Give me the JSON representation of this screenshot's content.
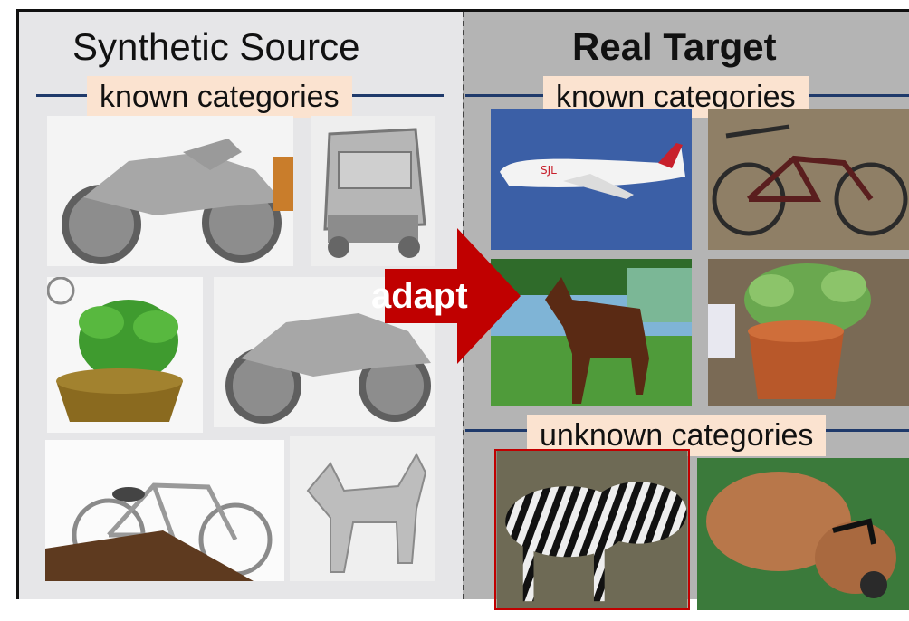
{
  "left_panel": {
    "title": "Synthetic Source",
    "label": "known categories",
    "images": [
      {
        "name": "motorcycle",
        "style": "grayscale-render"
      },
      {
        "name": "car",
        "style": "grayscale-render"
      },
      {
        "name": "potted-plant",
        "style": "color-render"
      },
      {
        "name": "motorcycle",
        "style": "grayscale-render"
      },
      {
        "name": "bicycle",
        "style": "render"
      },
      {
        "name": "horse",
        "style": "grayscale-render"
      }
    ]
  },
  "right_panel": {
    "title": "Real Target",
    "known_label": "known categories",
    "unknown_label": "unknown categories",
    "known_images": [
      "airplane",
      "bicycle",
      "horse",
      "potted-plant"
    ],
    "unknown_images": [
      "zebra",
      "dog"
    ]
  },
  "arrow": {
    "label": "adapt",
    "color": "#c00000"
  },
  "colors": {
    "left_bg": "#e6e6e8",
    "right_bg": "#b4b4b4",
    "rule": "#1f3a6b",
    "label_bg": "#fbe3d0"
  }
}
